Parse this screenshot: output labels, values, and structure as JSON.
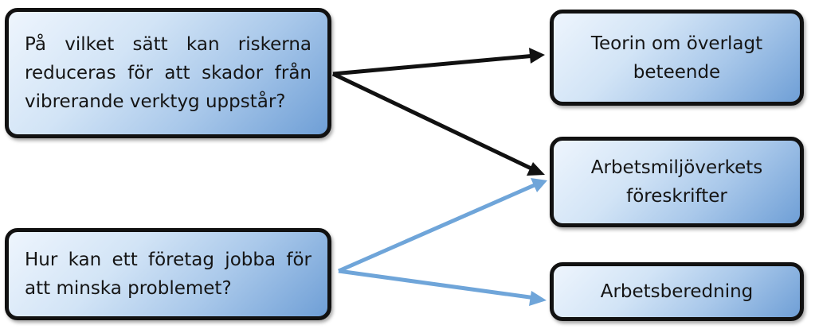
{
  "questions": [
    {
      "text": "På vilket sätt kan riskerna reduceras för att skador från vibrerande verktyg uppstår?"
    },
    {
      "text": "Hur kan ett företag jobba för att minska problemet?"
    }
  ],
  "theories": [
    {
      "text": "Teorin om överlagt beteende"
    },
    {
      "text": "Arbetsmiljöverkets föreskrifter"
    },
    {
      "text": "Arbetsberedning"
    }
  ],
  "colors": {
    "box_border": "#111111",
    "box_fill_light": "#eef5fd",
    "box_fill_dark": "#6f9fd6",
    "arrow_black": "#111111",
    "arrow_blue": "#6fa5d9"
  },
  "connections": [
    {
      "from": "questions.0",
      "to": "theories.0",
      "color": "black"
    },
    {
      "from": "questions.0",
      "to": "theories.1",
      "color": "black"
    },
    {
      "from": "questions.1",
      "to": "theories.1",
      "color": "blue"
    },
    {
      "from": "questions.1",
      "to": "theories.2",
      "color": "blue"
    }
  ]
}
